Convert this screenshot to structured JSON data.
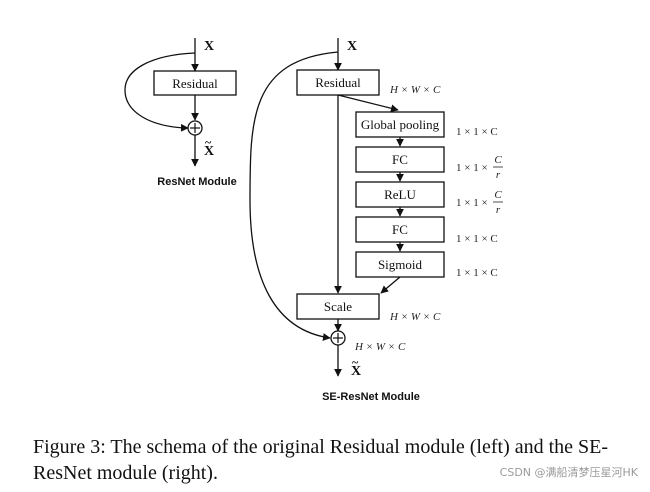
{
  "diagram": {
    "resnet": {
      "input": "X",
      "block": "Residual",
      "output_main": "X",
      "output_accent": "~",
      "title": "ResNet Module"
    },
    "se_resnet": {
      "input": "X",
      "blocks": [
        {
          "label": "Residual",
          "dim": "H × W × C"
        },
        {
          "label": "Global pooling",
          "dim": "1 × 1 × C"
        },
        {
          "label": "FC",
          "dim_prefix": "1 × 1 ×",
          "frac_num": "C",
          "frac_den": "r"
        },
        {
          "label": "ReLU",
          "dim_prefix": "1 × 1 ×",
          "frac_num": "C",
          "frac_den": "r"
        },
        {
          "label": "FC",
          "dim": "1 × 1 × C"
        },
        {
          "label": "Sigmoid",
          "dim": "1 × 1 × C"
        },
        {
          "label": "Scale",
          "dim": "H × W × C"
        }
      ],
      "sum_dim": "H × W × C",
      "output_main": "X",
      "output_accent": "~",
      "title": "SE-ResNet Module"
    }
  },
  "caption": "Figure 3: The schema of the original Residual module (left) and the SE-ResNet module (right).",
  "watermark": "CSDN @满船清梦压星河HK"
}
